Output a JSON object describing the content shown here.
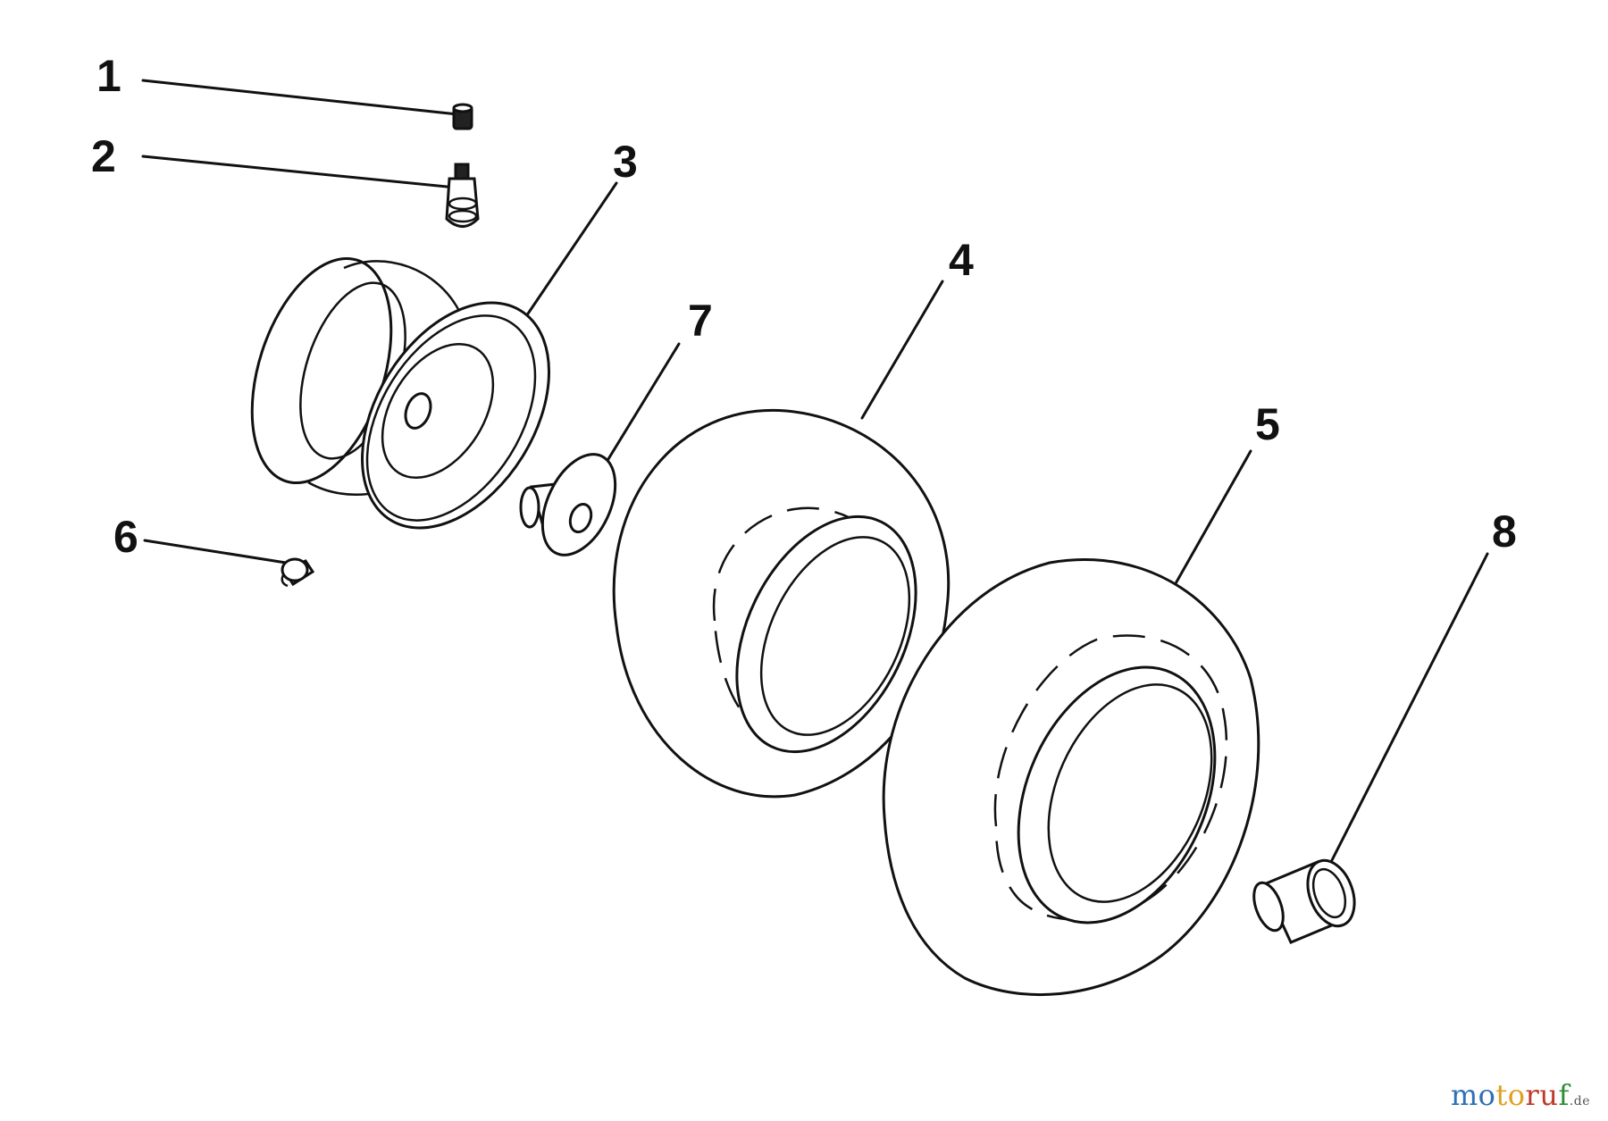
{
  "callouts": [
    "1",
    "2",
    "3",
    "4",
    "5",
    "6",
    "7",
    "8"
  ],
  "watermark": {
    "part1": "mo",
    "part2": "to",
    "part3": "ru",
    "part4": "f",
    "tld": ".de"
  },
  "icons": {
    "brand": "motoruf-logo"
  }
}
